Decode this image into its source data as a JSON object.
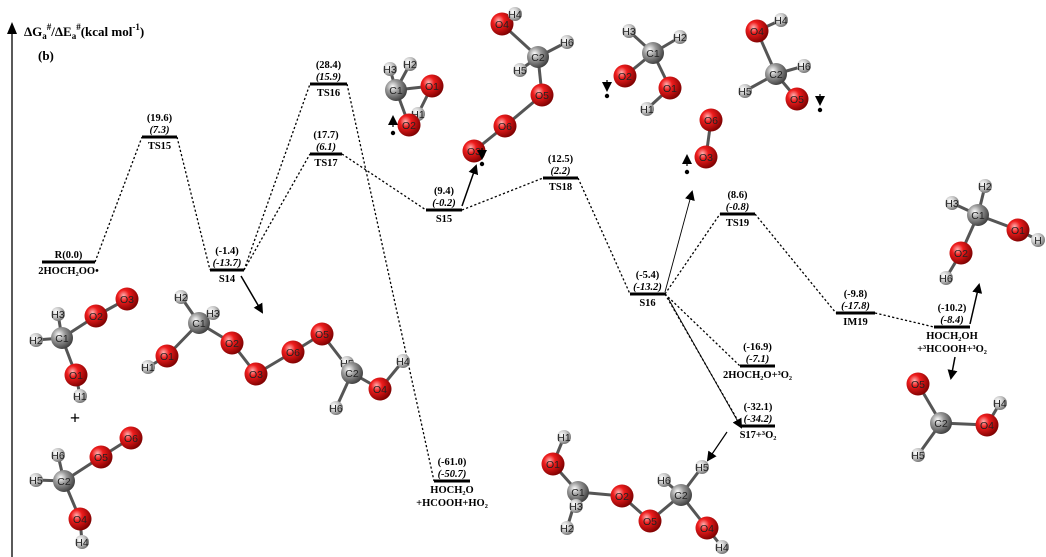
{
  "axis": {
    "title_main": "ΔG",
    "title_sub1": "a",
    "title_sup1": "#",
    "title_mid": "/ΔE",
    "title_sub2": "a",
    "title_sup2": "#",
    "title_unit": "(kcal mol",
    "title_unit_sup": "-1",
    "title_close": ")",
    "panel_label": "(b)"
  },
  "levels": [
    {
      "id": "R",
      "top": "R(0.0)",
      "name": "2HOCH₂OO•",
      "name2": ""
    },
    {
      "id": "TS15",
      "top": "(19.6)",
      "italic": "(7.3)",
      "name": "TS15",
      "name2": ""
    },
    {
      "id": "S14",
      "top": "(-1.4)",
      "italic": "(-13.7)",
      "name": "S14",
      "name2": ""
    },
    {
      "id": "TS16",
      "top": "(28.4)",
      "italic": "(15.9)",
      "name": "TS16",
      "name2": ""
    },
    {
      "id": "TS17",
      "top": "(17.7)",
      "italic": "(6.1)",
      "name": "TS17",
      "name2": ""
    },
    {
      "id": "P1",
      "top": "(-61.0)",
      "italic": "(-50.7)",
      "name": "HOCH₂O",
      "name2": "+HCOOH+HO₂"
    },
    {
      "id": "S15",
      "top": "(9.4)",
      "italic": "(-0.2)",
      "name": "S15",
      "name2": ""
    },
    {
      "id": "TS18",
      "top": "(12.5)",
      "italic": "(2.2)",
      "name": "TS18",
      "name2": ""
    },
    {
      "id": "S16",
      "top": "(-5.4)",
      "italic": "(-13.2)",
      "name": "S16",
      "name2": ""
    },
    {
      "id": "TS19",
      "top": "(8.6)",
      "italic": "(-0.8)",
      "name": "TS19",
      "name2": ""
    },
    {
      "id": "P2",
      "top": "(-16.9)",
      "italic": "(-7.1)",
      "name": "2HOCH₂O+³O₂",
      "name2": ""
    },
    {
      "id": "P3",
      "top": "(-32.1)",
      "italic": "(-34.2)",
      "name": "S17+³O₂",
      "name2": ""
    },
    {
      "id": "IM19",
      "top": "(-9.8)",
      "italic": "(-17.8)",
      "name": "IM19",
      "name2": ""
    },
    {
      "id": "P4",
      "top": "(-10.2)",
      "italic": "(-8.4)",
      "name": "HOCH₂OH",
      "name2": "+³HCOOH+³O₂"
    }
  ],
  "atoms": {
    "mol_R1": [
      "O3",
      "O2",
      "H3",
      "C1",
      "H2",
      "O1",
      "H1"
    ],
    "mol_R2": [
      "O6",
      "H6",
      "O5",
      "H5",
      "C2",
      "O4",
      "H4"
    ],
    "plus": "+",
    "mol_S14": [
      "H2",
      "C1",
      "H3",
      "O1",
      "H1",
      "O2",
      "O3",
      "O6",
      "O5",
      "H5",
      "C2",
      "O4",
      "H4",
      "H6"
    ],
    "mol_TS16": [
      "H3",
      "H2",
      "C1",
      "O1",
      "H1",
      "O2"
    ],
    "mol_TS18a": [
      "O4",
      "H4",
      "C2",
      "H6",
      "H5",
      "O5",
      "O6",
      "O3"
    ],
    "mol_TS18b": [
      "H3",
      "C1",
      "H2",
      "O2",
      "O1",
      "H1",
      "O6",
      "O3"
    ],
    "mol_TS19": [
      "O4",
      "H4",
      "C2",
      "H6",
      "H5",
      "O5"
    ],
    "mol_S17": [
      "H1",
      "O1",
      "C1",
      "H3",
      "H2",
      "O2",
      "O5",
      "H6",
      "C2",
      "H5",
      "O4",
      "H4"
    ],
    "mol_IM19": [
      "H2",
      "H3",
      "C1",
      "O1",
      "H",
      "O2",
      "H6"
    ],
    "mol_HCOOH": [
      "O5",
      "H4",
      "C2",
      "O4",
      "H5"
    ]
  }
}
